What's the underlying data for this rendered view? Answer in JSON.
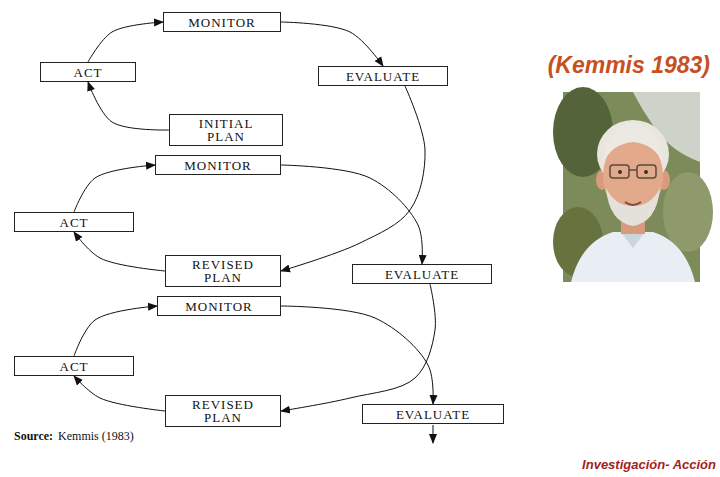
{
  "diagram": {
    "nodes": [
      {
        "text": [
          "MONITOR"
        ]
      },
      {
        "text": [
          "ACT"
        ]
      },
      {
        "text": [
          "EVALUATE"
        ]
      },
      {
        "text": [
          "INITIAL PLAN"
        ]
      },
      {
        "text": [
          "MONITOR"
        ]
      },
      {
        "text": [
          "ACT"
        ]
      },
      {
        "text": [
          "REVISED PLAN"
        ]
      },
      {
        "text": [
          "EVALUATE"
        ]
      },
      {
        "text": [
          "MONITOR"
        ]
      },
      {
        "text": [
          "ACT"
        ]
      },
      {
        "text": [
          "REVISED PLAN"
        ]
      },
      {
        "text": [
          "EVALUATE"
        ]
      }
    ],
    "edges": [
      {
        "from": 3,
        "to": 1,
        "arrow": "to"
      },
      {
        "from": 1,
        "to": 0,
        "arrow": "to"
      },
      {
        "from": 0,
        "to": 2,
        "arrow": "to"
      },
      {
        "from": 2,
        "to": 6,
        "arrow": "to"
      },
      {
        "from": 6,
        "to": 5,
        "arrow": "to"
      },
      {
        "from": 5,
        "to": 4,
        "arrow": "to"
      },
      {
        "from": 4,
        "to": 7,
        "arrow": "to"
      },
      {
        "from": 7,
        "to": 10,
        "arrow": "to"
      },
      {
        "from": 10,
        "to": 9,
        "arrow": "to"
      },
      {
        "from": 9,
        "to": 8,
        "arrow": "to"
      },
      {
        "from": 8,
        "to": 11,
        "arrow": "to"
      }
    ],
    "labels": [
      "(Kemmis 1983)",
      "Source:",
      "Kemmis (1983)",
      "Investigación- Acción"
    ]
  }
}
